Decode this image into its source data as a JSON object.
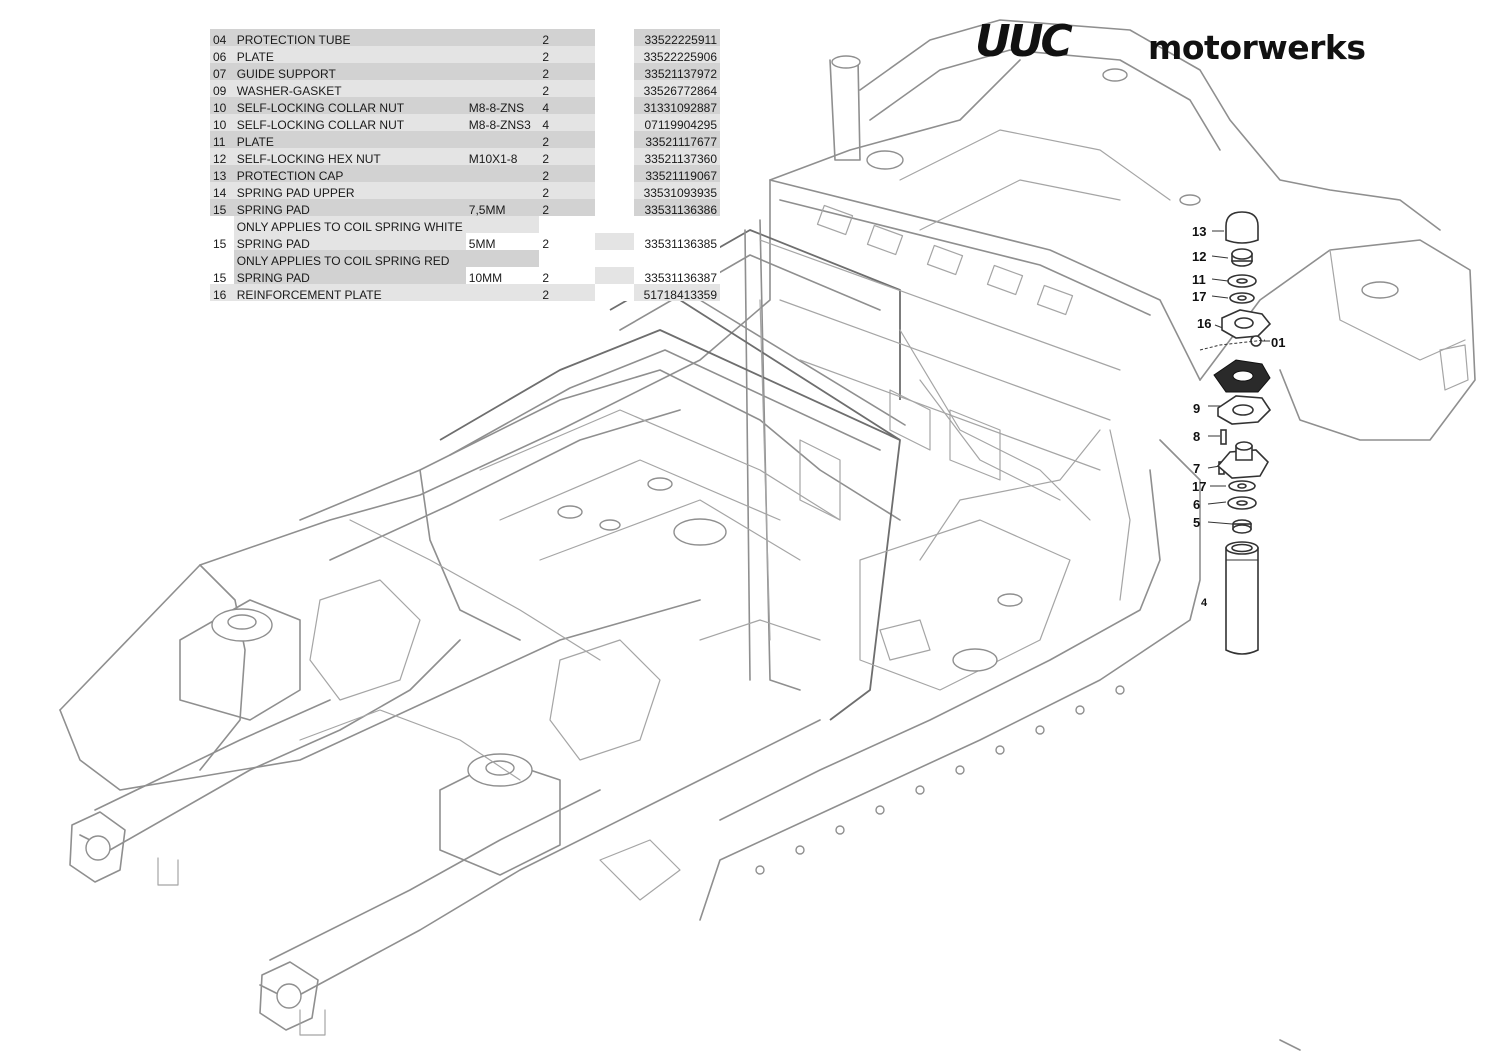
{
  "brand": {
    "mark": "UUC",
    "name": "motorwerks"
  },
  "parts": [
    {
      "no": "04",
      "desc": "PROTECTION TUBE",
      "spec": "",
      "qty": "2",
      "part_no": "33522225911"
    },
    {
      "no": "06",
      "desc": "PLATE",
      "spec": "",
      "qty": "2",
      "part_no": "33522225906"
    },
    {
      "no": "07",
      "desc": "GUIDE SUPPORT",
      "spec": "",
      "qty": "2",
      "part_no": "33521137972"
    },
    {
      "no": "09",
      "desc": "WASHER-GASKET",
      "spec": "",
      "qty": "2",
      "part_no": "33526772864"
    },
    {
      "no": "10",
      "desc": "SELF-LOCKING COLLAR NUT",
      "spec": "M8-8-ZNS",
      "qty": "4",
      "part_no": "31331092887"
    },
    {
      "no": "10",
      "desc": "SELF-LOCKING COLLAR NUT",
      "spec": "M8-8-ZNS3",
      "qty": "4",
      "part_no": "07119904295"
    },
    {
      "no": "11",
      "desc": "PLATE",
      "spec": "",
      "qty": "2",
      "part_no": "33521117677"
    },
    {
      "no": "12",
      "desc": "SELF-LOCKING HEX NUT",
      "spec": "M10X1-8",
      "qty": "2",
      "part_no": "33521137360"
    },
    {
      "no": "13",
      "desc": "PROTECTION CAP",
      "spec": "",
      "qty": "2",
      "part_no": "33521119067"
    },
    {
      "no": "14",
      "desc": "SPRING PAD UPPER",
      "spec": "",
      "qty": "2",
      "part_no": "33531093935"
    },
    {
      "no": "15",
      "desc": "SPRING PAD",
      "spec": "7,5MM",
      "qty": "2",
      "part_no": "33531136386"
    },
    {
      "no": "15",
      "note": "ONLY APPLIES TO COIL SPRING WHITE",
      "desc": "SPRING PAD",
      "spec": "5MM",
      "qty": "2",
      "part_no": "33531136385"
    },
    {
      "no": "15",
      "note": "ONLY APPLIES TO COIL SPRING RED",
      "desc": "SPRING PAD",
      "spec": "10MM",
      "qty": "2",
      "part_no": "33531136387"
    },
    {
      "no": "16",
      "desc": "REINFORCEMENT PLATE",
      "spec": "",
      "qty": "2",
      "part_no": "51718413359"
    }
  ],
  "callouts": {
    "c13": "13",
    "c12": "12",
    "c11": "11",
    "c17a": "17",
    "c16": "16",
    "c01": "01",
    "c9": "9",
    "c8": "8",
    "c7": "7",
    "c17b": "17",
    "c6": "6",
    "c5": "5",
    "c4": "4"
  }
}
